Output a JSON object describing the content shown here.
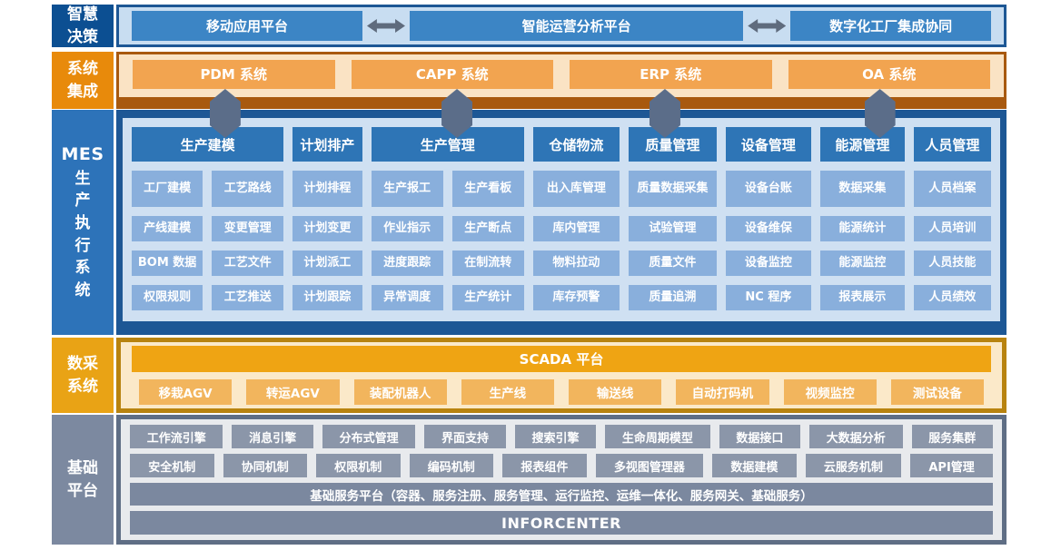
{
  "decision": {
    "label": "智慧决策",
    "platforms": [
      "移动应用平台",
      "智能运营分析平台",
      "数字化工厂集成协同"
    ]
  },
  "integration": {
    "label": "系统集成",
    "systems": [
      "PDM 系统",
      "CAPP 系统",
      "ERP 系统",
      "OA 系统"
    ]
  },
  "mes": {
    "label_latin": "MES",
    "label_cjk": "生产执行系统",
    "headers": [
      {
        "label": "生产建模",
        "span": 2
      },
      {
        "label": "计划排产",
        "span": 1
      },
      {
        "label": "生产管理",
        "span": 2
      },
      {
        "label": "仓储物流",
        "span": 1
      },
      {
        "label": "质量管理",
        "span": 1
      },
      {
        "label": "设备管理",
        "span": 1
      },
      {
        "label": "能源管理",
        "span": 1
      },
      {
        "label": "人员管理",
        "span": 1
      }
    ],
    "rows": [
      [
        "工厂建模",
        "工艺路线",
        "计划排程",
        "生产报工",
        "生产看板",
        "出入库管理",
        "质量数据采集",
        "设备台账",
        "数据采集",
        "人员档案"
      ],
      [
        "产线建模",
        "变更管理",
        "计划变更",
        "作业指示",
        "生产断点",
        "库内管理",
        "试验管理",
        "设备维保",
        "能源统计",
        "人员培训"
      ],
      [
        "BOM 数据",
        "工艺文件",
        "计划派工",
        "进度跟踪",
        "在制流转",
        "物料拉动",
        "质量文件",
        "设备监控",
        "能源监控",
        "人员技能"
      ],
      [
        "权限规则",
        "工艺推送",
        "计划跟踪",
        "异常调度",
        "生产统计",
        "库存预警",
        "质量追溯",
        "NC 程序",
        "报表展示",
        "人员绩效"
      ]
    ]
  },
  "scada": {
    "label": "数采系统",
    "platform": "SCADA 平台",
    "devices": [
      "移栽AGV",
      "转运AGV",
      "装配机器人",
      "生产线",
      "输送线",
      "自动打码机",
      "视频监控",
      "测试设备"
    ]
  },
  "foundation": {
    "label": "基础平台",
    "row1": [
      "工作流引擎",
      "消息引擎",
      "分布式管理",
      "界面支持",
      "搜索引擎",
      "生命周期模型",
      "数据接口",
      "大数据分析",
      "服务集群"
    ],
    "row2": [
      "安全机制",
      "协同机制",
      "权限机制",
      "编码机制",
      "报表组件",
      "多视图管理器",
      "数据建模",
      "云服务机制",
      "API管理"
    ],
    "service_platform": "基础服务平台（容器、服务注册、服务管理、运行监控、运维一体化、服务网关、基础服务）",
    "base": "INFORCENTER"
  },
  "colors": {
    "decision_label_bg": "#0c4f92",
    "decision_panel_bg": "#c8ddf1",
    "decision_box_bg": "#3c85c5",
    "integration_label_bg": "#e88a0b",
    "integration_panel_bg": "#fae3c4",
    "integration_border": "#a8590f",
    "integration_box_bg": "#f2a450",
    "mes_label_bg": "#2d73b9",
    "mes_border": "#1d5795",
    "mes_panel_bg": "#cfe0f2",
    "mes_header_bg": "#2e75b6",
    "mes_cell_bg": "#89afdc",
    "scada_label_bg": "#e9a315",
    "scada_border": "#b8830f",
    "scada_panel_bg": "#fbe9c9",
    "scada_bar_bg": "#efa413",
    "scada_device_bg": "#f2b55d",
    "foundation_label_bg": "#7c89a0",
    "foundation_panel_bg": "#e8eaed",
    "foundation_item_bg": "#8b96a9",
    "foundation_bar_bg": "#7b889f",
    "arrow_color": "#5b6d89",
    "text_color": "#ffffff"
  }
}
